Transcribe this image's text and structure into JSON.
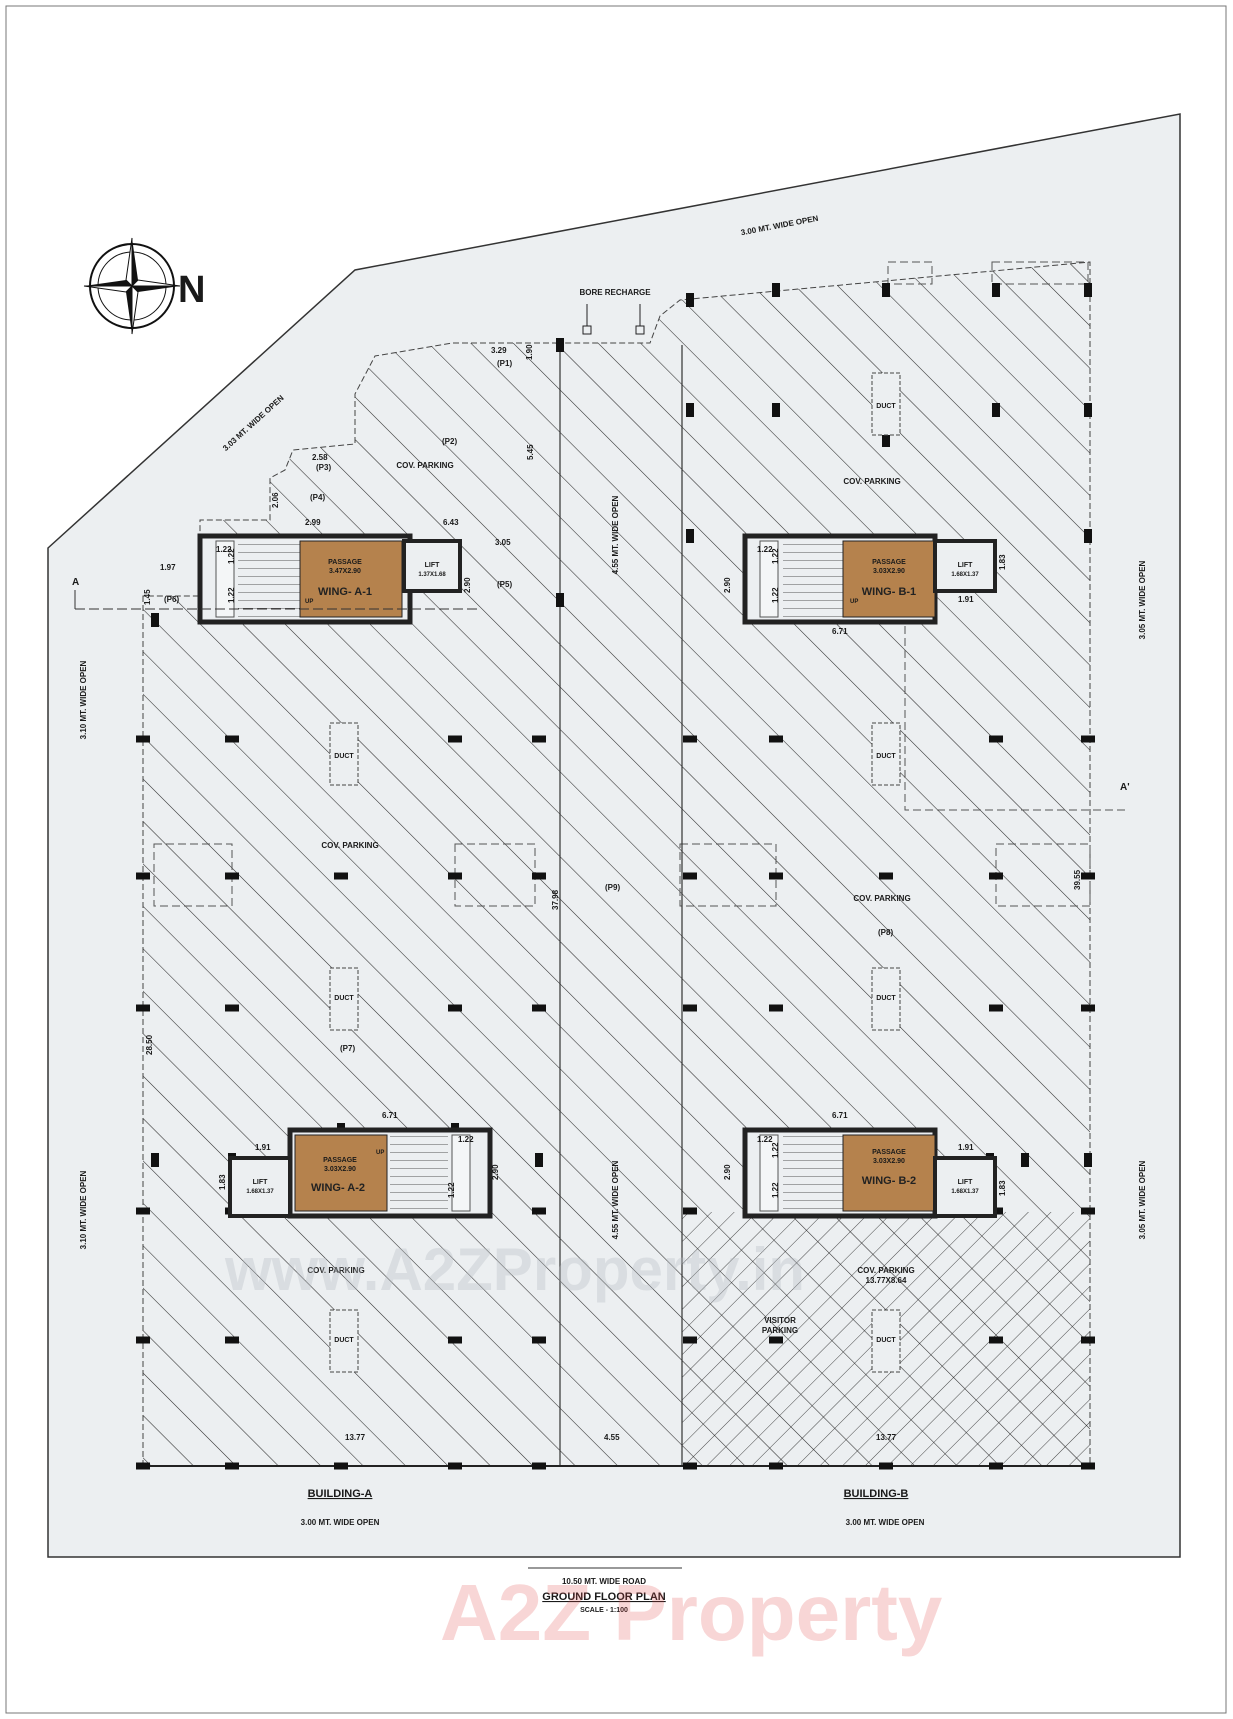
{
  "north_letter": "N",
  "site": {
    "top_open": "3.00 MT. WIDE OPEN",
    "nw_open": "3.03 MT. WIDE OPEN",
    "left_open_upper": "3.10 MT. WIDE OPEN",
    "left_open_lower": "3.10 MT. WIDE OPEN",
    "right_open_upper": "3.05 MT. WIDE OPEN",
    "right_open_lower": "3.05 MT. WIDE OPEN",
    "bottom_open_a": "3.00 MT. WIDE OPEN",
    "bottom_open_b": "3.00 MT. WIDE OPEN",
    "road": "10.50 MT. WIDE ROAD",
    "bore_recharge": "BORE RECHARGE",
    "center_open_upper": "4.55 MT. WIDE OPEN",
    "center_open_lower": "4.55 MT. WIDE OPEN"
  },
  "title": "GROUND FLOOR PLAN",
  "scale": "SCALE - 1:100",
  "buildings": {
    "a": "BUILDING-A",
    "b": "BUILDING-B"
  },
  "section": {
    "a": "A",
    "a_prime": "A'"
  },
  "parking": {
    "a_top": "COV. PARKING",
    "a_mid": "COV. PARKING",
    "a_bottom": "COV. PARKING",
    "b_top": "COV. PARKING",
    "b_mid": "COV. PARKING",
    "b_bottom": "COV. PARKING",
    "b_bottom_size": "13.77X8.64",
    "visitor": "VISITOR",
    "visitor2": "PARKING"
  },
  "ducts": {
    "label": "DUCT"
  },
  "wings": {
    "a1": {
      "name": "WING- A-1",
      "passage": "PASSAGE",
      "passage_size": "3.47X2.90",
      "lift": "LIFT",
      "lift_size": "1.37X1.68"
    },
    "b1": {
      "name": "WING- B-1",
      "passage": "PASSAGE",
      "passage_size": "3.03X2.90",
      "lift": "LIFT",
      "lift_size": "1.68X1.37"
    },
    "a2": {
      "name": "WING- A-2",
      "passage": "PASSAGE",
      "passage_size": "3.03X2.90",
      "lift": "LIFT",
      "lift_size": "1.68X1.37"
    },
    "b2": {
      "name": "WING- B-2",
      "passage": "PASSAGE",
      "passage_size": "3.03X2.90",
      "lift": "LIFT",
      "lift_size": "1.68X1.37"
    }
  },
  "up_label": "UP",
  "points": {
    "p1": "(P1)",
    "p2": "(P2)",
    "p3": "(P3)",
    "p4": "(P4)",
    "p5": "(P5)",
    "p6": "(P6)",
    "p7": "(P7)",
    "p8": "(P8)",
    "p9": "(P9)"
  },
  "dims": {
    "d_3_29": "3.29",
    "d_1_90": "1.90",
    "d_5_45": "5.45",
    "d_2_58": "2.58",
    "d_2_06": "2.06",
    "d_2_99": "2.99",
    "d_6_43": "6.43",
    "d_3_05": "3.05",
    "d_1_97": "1.97",
    "d_1_45": "1.45",
    "d_1_22_a": "1.22",
    "d_1_22_b": "1.22",
    "d_1_22_c": "1.22",
    "d_2_90_a1": "2.90",
    "d_1_22_b1a": "1.22",
    "d_1_22_b1b": "1.22",
    "d_1_22_b1c": "1.22",
    "d_2_90_b1": "2.90",
    "d_6_71_b1": "6.71",
    "d_1_91_b1": "1.91",
    "d_1_83_b1": "1.83",
    "d_6_71_a2": "6.71",
    "d_1_91_a2": "1.91",
    "d_1_83_a2": "1.83",
    "d_1_22_a2a": "1.22",
    "d_1_22_a2b": "1.22",
    "d_2_90_a2": "2.90",
    "d_6_71_b2": "6.71",
    "d_1_22_b2a": "1.22",
    "d_1_22_b2b": "1.22",
    "d_1_22_b2c": "1.22",
    "d_2_90_b2": "2.90",
    "d_1_91_b2": "1.91",
    "d_1_83_b2": "1.83",
    "d_37_98": "37.98",
    "d_28_50": "28.50",
    "d_39_55": "39.55",
    "d_13_77_a": "13.77",
    "d_4_55": "4.55",
    "d_13_77_b": "13.77"
  },
  "watermark": {
    "text": "A2Z Property",
    "faint": "www.A2ZProperty.in"
  },
  "colors": {
    "passage": "#b5824d",
    "site": "#eceff1",
    "hatch": "#2b2b2b",
    "column": "#111111"
  }
}
